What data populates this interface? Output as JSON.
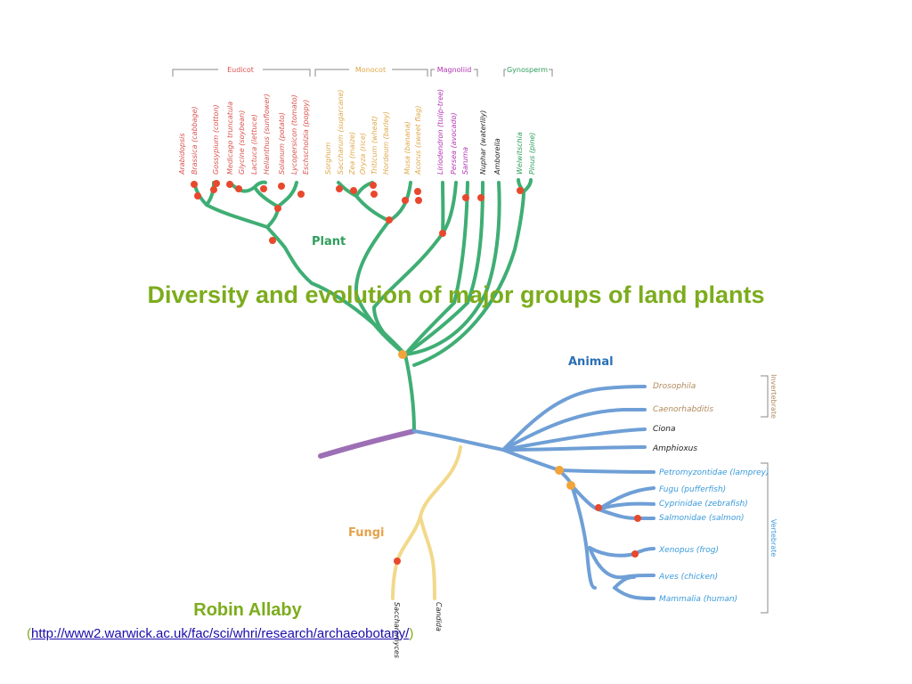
{
  "slide": {
    "title": "Diversity and evolution of major groups of land plants",
    "author": "Robin Allaby",
    "link_open": "(",
    "link_url": "http://www2.warwick.ac.uk/fac/sci/whri/research/archaeobotany/",
    "link_close": ")"
  },
  "tree": {
    "colors": {
      "plant": "#3fae74",
      "animal": "#6f9fd6",
      "fungi": "#f2d98a",
      "root": "#9d6fb5",
      "node": "#e8482d",
      "node_orange": "#f2a43b",
      "eudicot": "#d9534f",
      "monocot": "#e0a84a",
      "magnoliid": "#b235b2",
      "gymnosperm": "#2e9e5b",
      "basal": "#222222",
      "invertebrate": "#b08a5c",
      "vertebrate": "#3a9ad9",
      "group_plant": "#2e9e5b",
      "group_animal": "#2b6fb5",
      "group_fungi": "#e6a24a"
    },
    "group_labels": {
      "plant": "Plant",
      "animal": "Animal",
      "fungi": "Fungi"
    },
    "clade_labels": {
      "eudicot": "Eudicot",
      "monocot": "Monocot",
      "magnoliid": "Magnoliid",
      "gymnosperm": "Gynosperm",
      "invertebrate": "Invertebrate",
      "vertebrate": "Vertebrate"
    },
    "plant_taxa": [
      {
        "label": "Arabidopsis",
        "clade": "eudicot"
      },
      {
        "label": "Brassica (cabbage)",
        "clade": "eudicot"
      },
      {
        "label": "Gossypium (cotton)",
        "clade": "eudicot"
      },
      {
        "label": "Medicago truncatula",
        "clade": "eudicot"
      },
      {
        "label": "Glycine (soybean)",
        "clade": "eudicot"
      },
      {
        "label": "Lactuca (lettuce)",
        "clade": "eudicot"
      },
      {
        "label": "Helianthus (sunflower)",
        "clade": "eudicot"
      },
      {
        "label": "Solanum (potato)",
        "clade": "eudicot"
      },
      {
        "label": "Lycopersicon (tomato)",
        "clade": "eudicot"
      },
      {
        "label": "Eschscholzia (poppy)",
        "clade": "eudicot"
      },
      {
        "label": "Sorghum",
        "clade": "monocot"
      },
      {
        "label": "Saccharum (sugarcane)",
        "clade": "monocot"
      },
      {
        "label": "Zea (maize)",
        "clade": "monocot"
      },
      {
        "label": "Oryza (rice)",
        "clade": "monocot"
      },
      {
        "label": "Triticum (wheat)",
        "clade": "monocot"
      },
      {
        "label": "Hordeum (barley)",
        "clade": "monocot"
      },
      {
        "label": "Musa (banana)",
        "clade": "monocot"
      },
      {
        "label": "Acorus (sweet flag)",
        "clade": "monocot"
      },
      {
        "label": "Liriodendron (tulip-tree)",
        "clade": "magnoliid"
      },
      {
        "label": "Persea (avocado)",
        "clade": "magnoliid"
      },
      {
        "label": "Saruma",
        "clade": "magnoliid"
      },
      {
        "label": "Nuphar (waterlily)",
        "clade": "basal"
      },
      {
        "label": "Amborella",
        "clade": "basal"
      },
      {
        "label": "Welwitschia",
        "clade": "gymnosperm"
      },
      {
        "label": "Pinus (pine)",
        "clade": "gymnosperm"
      }
    ],
    "animal_taxa": [
      {
        "label": "Drosophila",
        "clade": "invertebrate"
      },
      {
        "label": "Caenorhabditis",
        "clade": "invertebrate"
      },
      {
        "label": "Ciona",
        "clade": "basal"
      },
      {
        "label": "Amphioxus",
        "clade": "basal"
      },
      {
        "label": "Petromyzontidae (lamprey)",
        "clade": "vertebrate"
      },
      {
        "label": "Fugu (pufferfish)",
        "clade": "vertebrate"
      },
      {
        "label": "Cyprinidae (zebrafish)",
        "clade": "vertebrate"
      },
      {
        "label": "Salmonidae (salmon)",
        "clade": "vertebrate"
      },
      {
        "label": "Xenopus (frog)",
        "clade": "vertebrate"
      },
      {
        "label": "Aves (chicken)",
        "clade": "vertebrate"
      },
      {
        "label": "Mammalia (human)",
        "clade": "vertebrate"
      }
    ],
    "fungi_taxa": [
      {
        "label": "Saccharomyces"
      },
      {
        "label": "Candida"
      }
    ]
  }
}
